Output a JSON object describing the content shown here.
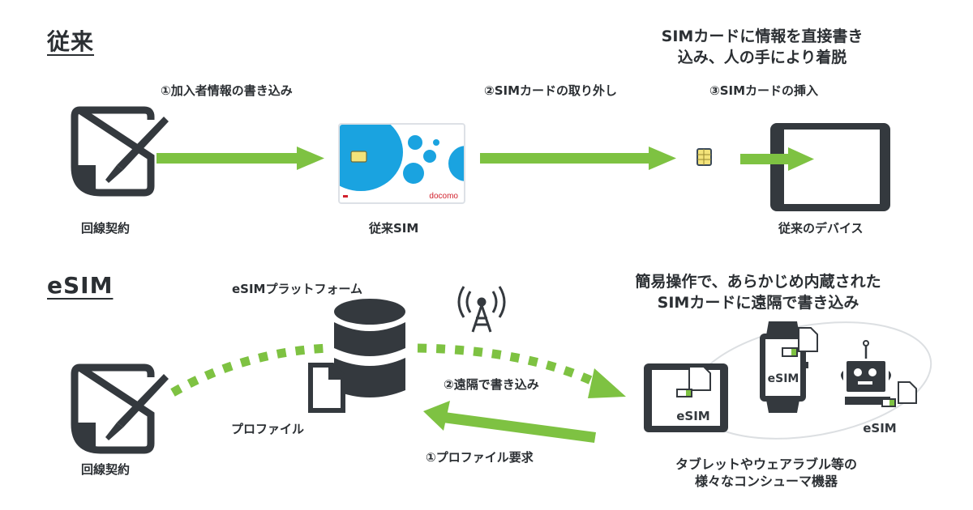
{
  "colors": {
    "accent_green": "#7ec242",
    "icon_dark": "#34393e",
    "panel_border": "#8faedc",
    "sim_blue": "#1aa3e0",
    "docomo_red": "#d1202c",
    "chip_gold": "#f3e37a"
  },
  "traditional": {
    "title": "従来",
    "note_line1": "SIMカードに情報を直接書き",
    "note_line2": "込み、人の手により着脱",
    "step1": "①加入者情報の書き込み",
    "step2": "②SIMカードの取り外し",
    "step3": "③SIMカードの挿入",
    "contract_label": "回線契約",
    "sim_label": "従来SIM",
    "sim_brand": "docomo",
    "device_label": "従来のデバイス",
    "icons": [
      "contract-pen-icon",
      "sim-card-icon",
      "sim-chip-icon",
      "tablet-device-icon"
    ]
  },
  "esim": {
    "title": "eSIM",
    "platform_label": "eSIMプラットフォーム",
    "profile_label": "プロファイル",
    "contract_label": "回線契約",
    "step1": "①プロファイル要求",
    "step2": "②遠隔で書き込み",
    "note_line1": "簡易操作で、あらかじめ内蔵された",
    "note_line2": "SIMカードに遠隔で書き込み",
    "devices_caption_line1": "タブレットやウェアラブル等の",
    "devices_caption_line2": "様々なコンシューマ機器",
    "device_tag": "eSIM",
    "icons": [
      "contract-pen-icon",
      "database-icon",
      "file-icon",
      "antenna-tower-icon",
      "tablet-icon",
      "smartwatch-icon",
      "robot-icon"
    ]
  }
}
